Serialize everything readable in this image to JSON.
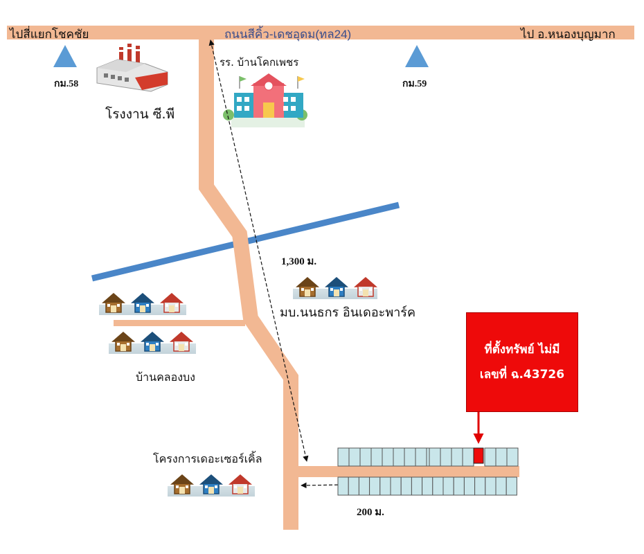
{
  "roads": {
    "main_highway": "ถนนสีคิ้ว-เดชอุดม(ทล24)",
    "west_destination": "ไปสี่แยกโชคชัย",
    "east_destination": "ไป อ.หนองบุญมาก"
  },
  "markers": {
    "km58": "กม.58",
    "km59": "กม.59"
  },
  "landmarks": {
    "factory": "โรงงาน ซี.พี",
    "school": "รร. บ้านโคกเพชร",
    "village_nonthakorn": "มบ.นนธกร อินเดอะพาร์ค",
    "village_khlongbong": "บ้านคลองบง",
    "project_circle": "โครงการเดอะเซอร์เคิ้ล"
  },
  "distances": {
    "main_route": "1,300 ม.",
    "side_route": "200 ม."
  },
  "property": {
    "line1": "ที่ตั้งทรัพย์ ไม่มี",
    "line2": "เลขที่ ฉ.43726"
  },
  "colors": {
    "road": "#f2b893",
    "canal": "#4a86c8",
    "marker": "#5b9bd5",
    "property": "#ee0a0a",
    "units": "#c9e6ea"
  },
  "icons": [
    "triangle-marker-icon",
    "factory-icon",
    "school-icon",
    "house-icon",
    "arrow-icon"
  ]
}
